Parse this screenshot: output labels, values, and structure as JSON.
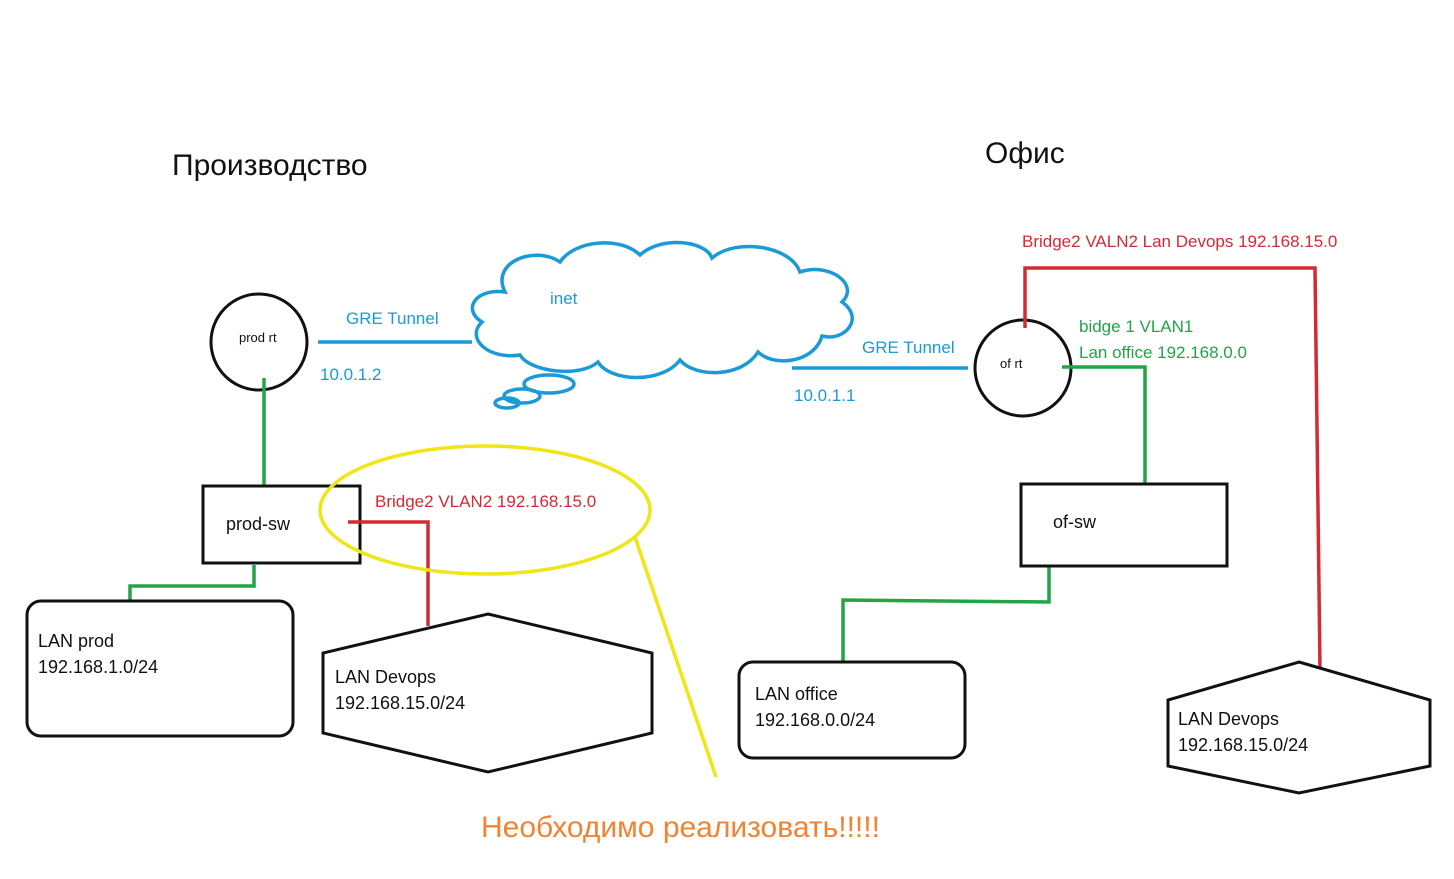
{
  "colors": {
    "blue": "#1a9ad6",
    "green": "#22a447",
    "red": "#d42a34",
    "yellow": "#f0e516",
    "orange": "#f58230",
    "black": "#111111"
  },
  "sites": {
    "production": "Производство",
    "office": "Офис"
  },
  "cloud": {
    "label": "inet"
  },
  "tunnels": {
    "left_label": "GRE Tunnel",
    "left_ip": "10.0.1.2",
    "right_label": "GRE Tunnel",
    "right_ip": "10.0.1.1"
  },
  "routers": {
    "prod": "prod rt",
    "office": "of rt"
  },
  "switches": {
    "prod": "prod-sw",
    "office": "of-sw"
  },
  "lans": {
    "prod": {
      "name": "LAN prod",
      "subnet": "192.168.1.0/24"
    },
    "prod_devops": {
      "name": "LAN Devops",
      "subnet": "192.168.15.0/24"
    },
    "office": {
      "name": "LAN office",
      "subnet": "192.168.0.0/24"
    },
    "office_devops": {
      "name": "LAN Devops",
      "subnet": "192.168.15.0/24"
    }
  },
  "annotations": {
    "prod_bridge": "Bridge2 VLAN2 192.168.15.0",
    "office_bridge2": "Bridge2 VALN2 Lan Devops 192.168.15.0",
    "office_bridge1_line1": "bidge 1 VLAN1",
    "office_bridge1_line2": "Lan office 192.168.0.0",
    "todo": "Необходимо реализовать!!!!!"
  }
}
